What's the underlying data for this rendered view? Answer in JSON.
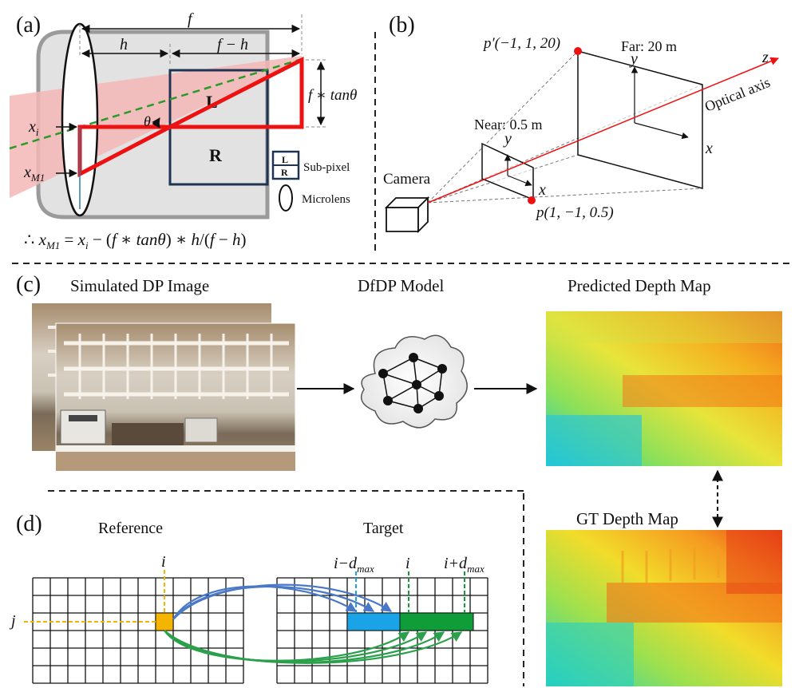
{
  "panels": {
    "a": {
      "tag": "(a)",
      "f": "f",
      "h": "h",
      "f_minus_h": "f − h",
      "theta": "θ",
      "L": "L",
      "R": "R",
      "f_tan": "f ∗ tanθ",
      "x_i": "x",
      "x_i_sub": "i",
      "x_m1": "x",
      "x_m1_sub": "M1",
      "legend_sub_pixel": "Sub-pixel",
      "legend_L": "L",
      "legend_R": "R",
      "legend_microlens": "Microlens",
      "equation": "∴  x_M1 = x_i − (f ∗ tanθ) ∗ h/(f − h)"
    },
    "b": {
      "tag": "(b)",
      "far_label": "Far: 20 m",
      "near_label": "Near: 0.5 m",
      "p_prime": "p′(−1, 1, 20)",
      "p": "p(1, −1, 0.5)",
      "camera": "Camera",
      "optical_axis": "Optical axis",
      "z": "z",
      "y": "y",
      "x": "x"
    },
    "c": {
      "tag": "(c)",
      "sim_title": "Simulated DP Image",
      "model_title": "DfDP Model",
      "pred_title": "Predicted Depth Map",
      "gt_title": "GT Depth Map"
    },
    "d": {
      "tag": "(d)",
      "reference": "Reference",
      "target": "Target",
      "i": "i",
      "j": "j",
      "i_minus_dmax": "i−d",
      "i_plus_dmax": "i+d",
      "dmax_sub": "max"
    }
  },
  "colors": {
    "red": "#ee1111",
    "pink": "#f4b6b6",
    "green_dash": "#2a9a2a",
    "navy": "#1f3352",
    "orange": "#f5b400",
    "blue_cell": "#1aa3e6",
    "green_cell": "#0f9d3a",
    "blue_arrow": "#4a78c8",
    "green_arrow": "#2aa04a"
  }
}
